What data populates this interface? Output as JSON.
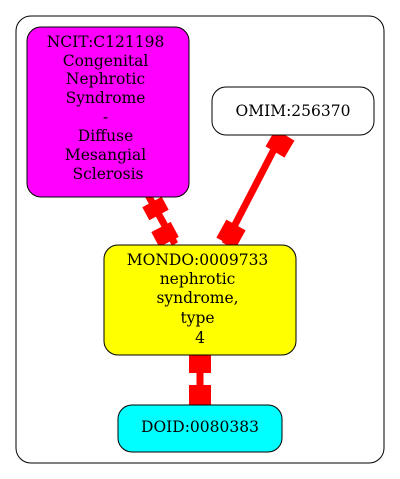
{
  "diagram": {
    "nodes": {
      "ncit": {
        "lines": [
          "NCIT:C121198",
          "Congenital",
          "Nephrotic",
          "Syndrome",
          "-",
          "Diffuse",
          "Mesangial",
          "Sclerosis"
        ],
        "fill": "#ff00ff"
      },
      "omim": {
        "lines": [
          "OMIM:256370"
        ],
        "fill": "#ffffff"
      },
      "mondo": {
        "lines": [
          "MONDO:0009733",
          "nephrotic",
          "syndrome,",
          "type",
          "4"
        ],
        "fill": "#ffff00"
      },
      "doid": {
        "lines": [
          "DOID:0080383"
        ],
        "fill": "#00ffff"
      }
    },
    "edges": [
      {
        "from": "ncit",
        "to": "mondo"
      },
      {
        "from": "omim",
        "to": "mondo"
      },
      {
        "from": "mondo",
        "to": "doid"
      }
    ],
    "edge_color": "#ff0000",
    "border_color": "#000000"
  }
}
